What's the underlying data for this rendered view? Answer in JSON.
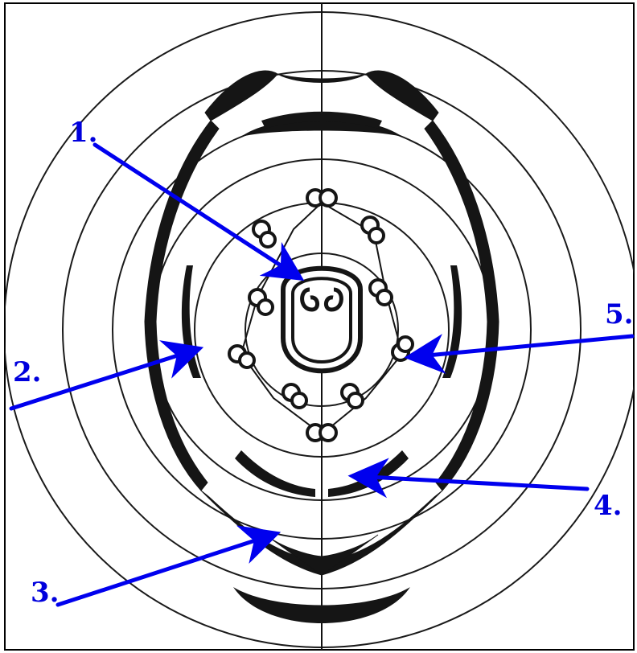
{
  "colors": {
    "ink": "#111111",
    "circle_stroke": "#1a1a1a",
    "arrow": "#0000ee",
    "label": "#0000dd",
    "frame": "#000000"
  },
  "labels": {
    "label_1": "1.",
    "label_2": "2.",
    "label_3": "3.",
    "label_4": "4.",
    "label_5": "5."
  }
}
